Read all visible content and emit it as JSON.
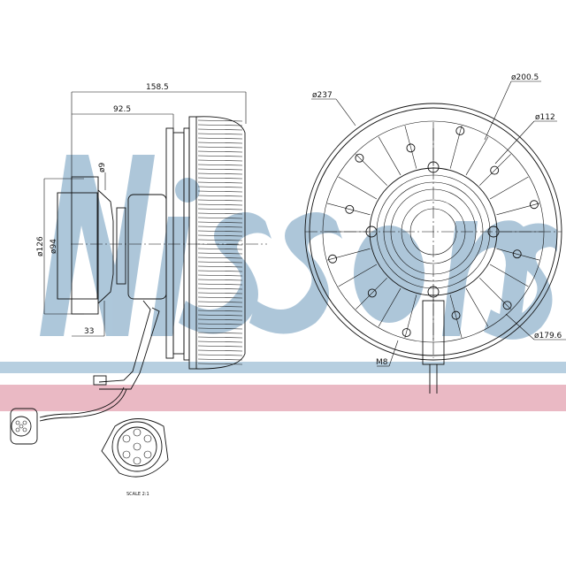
{
  "watermark": {
    "logo_text": "Nissens",
    "color": "#a9c4d8"
  },
  "bands": {
    "blue": "#b7cfe0",
    "pink": "#eab9c4"
  },
  "side_view": {
    "dims": {
      "overall_length": "158.5",
      "flange_to_body": "92.5",
      "bolt_hole": "ø9",
      "flange_outer": "ø126",
      "flange_inner": "ø94",
      "flange_depth": "33"
    }
  },
  "front_view": {
    "dims": {
      "outer": "ø237",
      "ring": "ø200.5",
      "hub": "ø112",
      "bolt_circle": "ø179.6",
      "thread": "M8"
    }
  },
  "connector": {
    "scale_label": "SCALE 2:1"
  }
}
